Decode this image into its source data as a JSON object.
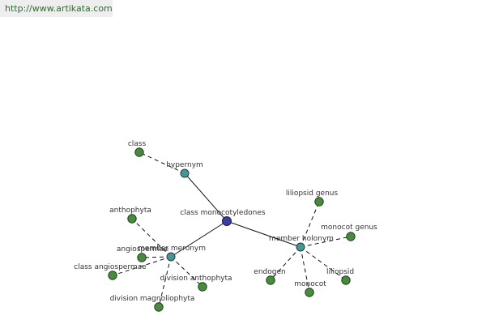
{
  "header": {
    "url": "http://www.artikata.com"
  },
  "graph": {
    "nodes": [
      {
        "id": "root",
        "label": "class monocotyledones",
        "kind": "root"
      },
      {
        "id": "hypernym",
        "label": "hypernym",
        "kind": "mid"
      },
      {
        "id": "meronym",
        "label": "member meronym",
        "kind": "mid"
      },
      {
        "id": "holonym",
        "label": "member holonym",
        "kind": "mid"
      },
      {
        "id": "class",
        "label": "class",
        "kind": "leaf"
      },
      {
        "id": "anthophyta",
        "label": "anthophyta",
        "kind": "leaf"
      },
      {
        "id": "angiospermae",
        "label": "angiospermae",
        "kind": "leaf"
      },
      {
        "id": "class-angiospermae",
        "label": "class angiospermae",
        "kind": "leaf"
      },
      {
        "id": "division-anthophyta",
        "label": "division anthophyta",
        "kind": "leaf"
      },
      {
        "id": "division-magnoliophyta",
        "label": "division magnoliophyta",
        "kind": "leaf"
      },
      {
        "id": "liliopsid-genus",
        "label": "liliopsid genus",
        "kind": "leaf"
      },
      {
        "id": "monocot-genus",
        "label": "monocot genus",
        "kind": "leaf"
      },
      {
        "id": "endogen",
        "label": "endogen",
        "kind": "leaf"
      },
      {
        "id": "monocot",
        "label": "monocot",
        "kind": "leaf"
      },
      {
        "id": "liliopsid",
        "label": "liliopsid",
        "kind": "leaf"
      }
    ],
    "edges": [
      {
        "from": "root",
        "to": "hypernym",
        "style": "solid"
      },
      {
        "from": "root",
        "to": "meronym",
        "style": "solid"
      },
      {
        "from": "root",
        "to": "holonym",
        "style": "solid"
      },
      {
        "from": "hypernym",
        "to": "class",
        "style": "dashed"
      },
      {
        "from": "meronym",
        "to": "anthophyta",
        "style": "dashed"
      },
      {
        "from": "meronym",
        "to": "angiospermae",
        "style": "dashed"
      },
      {
        "from": "meronym",
        "to": "class-angiospermae",
        "style": "dashed"
      },
      {
        "from": "meronym",
        "to": "division-anthophyta",
        "style": "dashed"
      },
      {
        "from": "meronym",
        "to": "division-magnoliophyta",
        "style": "dashed"
      },
      {
        "from": "holonym",
        "to": "liliopsid-genus",
        "style": "dashed"
      },
      {
        "from": "holonym",
        "to": "monocot-genus",
        "style": "dashed"
      },
      {
        "from": "holonym",
        "to": "endogen",
        "style": "dashed"
      },
      {
        "from": "holonym",
        "to": "monocot",
        "style": "dashed"
      },
      {
        "from": "holonym",
        "to": "liliopsid",
        "style": "dashed"
      }
    ],
    "colors": {
      "root": "#3a3f9a",
      "mid": "#4a9494",
      "leaf": "#4a8a3f"
    }
  }
}
